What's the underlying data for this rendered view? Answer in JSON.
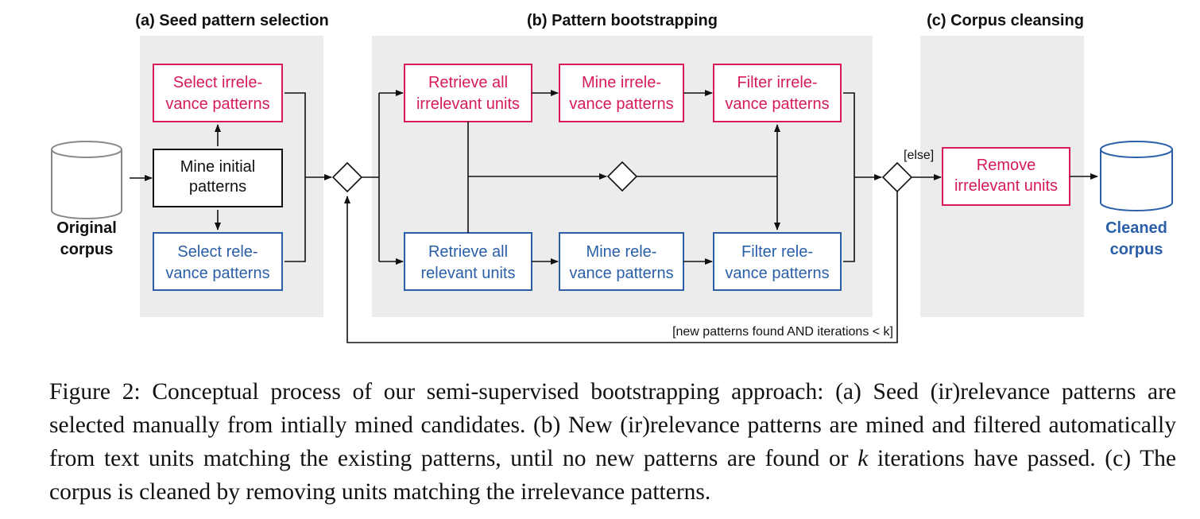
{
  "sections": {
    "a": "(a) Seed pattern selection",
    "b": "(b) Pattern bootstrapping",
    "c": "(c) Corpus cleansing"
  },
  "corpus": {
    "original": [
      "Original",
      "corpus"
    ],
    "cleaned": [
      "Cleaned",
      "corpus"
    ]
  },
  "boxes": {
    "mine_initial": [
      "Mine initial",
      "patterns"
    ],
    "select_irrelevance": [
      "Select irrele-",
      "vance patterns"
    ],
    "select_relevance": [
      "Select rele-",
      "vance patterns"
    ],
    "retrieve_irrelevant": [
      "Retrieve all",
      "irrelevant units"
    ],
    "mine_irrelevance": [
      "Mine irrele-",
      "vance patterns"
    ],
    "filter_irrelevance": [
      "Filter irrele-",
      "vance patterns"
    ],
    "retrieve_relevant": [
      "Retrieve all",
      "relevant units"
    ],
    "mine_relevance": [
      "Mine rele-",
      "vance patterns"
    ],
    "filter_relevance": [
      "Filter rele-",
      "vance patterns"
    ],
    "remove_irrelevant": [
      "Remove",
      "irrelevant units"
    ]
  },
  "guards": {
    "else": "[else]",
    "loop": "[new patterns found AND iterations < k]"
  },
  "caption": {
    "before_k": "Figure 2: Conceptual process of our semi-supervised bootstrapping approach: (a) Seed (ir)relevance patterns are selected manually from intially mined candidates. (b) New (ir)relevance patterns are mined and filtered automatically from text units matching the existing patterns, until no new patterns are found or ",
    "k": "k",
    "after_k": " iterations have passed. (c) The corpus is cleaned by removing units matching the irrelevance patterns."
  },
  "colors": {
    "irrelevance": "#d61a5a",
    "relevance": "#2a5fa8",
    "panel": "#ececec"
  }
}
